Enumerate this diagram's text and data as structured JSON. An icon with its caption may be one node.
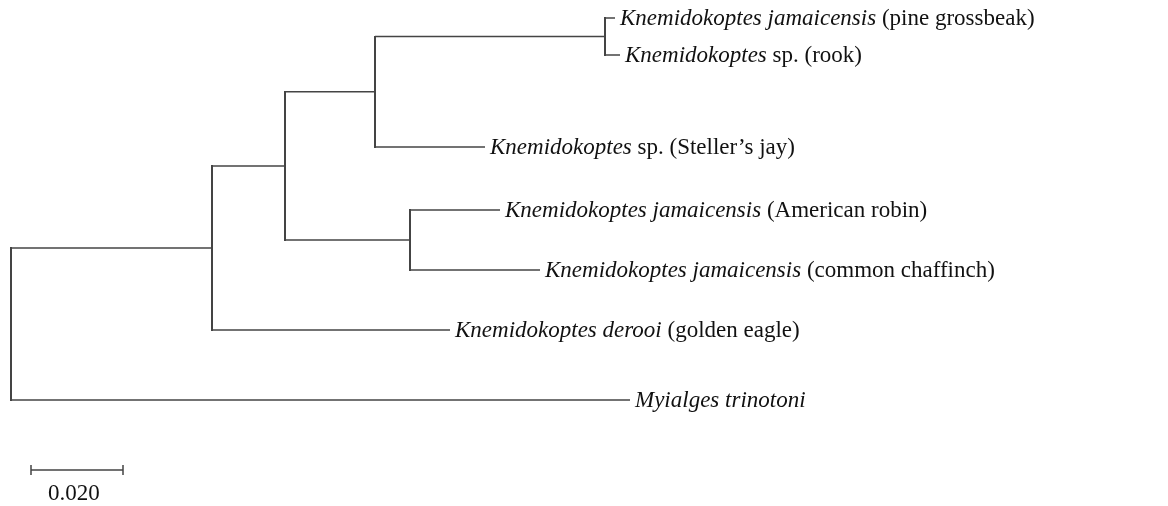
{
  "diagram": {
    "nodes": [
      {
        "text": [
          "*Knemidokoptes jamaicensis* (pine grossbeak)"
        ]
      },
      {
        "text": [
          "*Knemidokoptes* sp. (rook)"
        ]
      },
      {
        "text": [
          "*Knemidokoptes* sp. (Steller’s jay)"
        ]
      },
      {
        "text": [
          "*Knemidokoptes jamaicensis* (American robin)"
        ]
      },
      {
        "text": [
          "*Knemidokoptes jamaicensis* (common chaffinch)"
        ]
      },
      {
        "text": [
          "*Knemidokoptes derooi* (golden eagle)"
        ]
      },
      {
        "text": [
          "*Myialges trinotoni*"
        ]
      },
      {
        "text": [],
        "shape": "bar"
      },
      {
        "text": [],
        "shape": "bar"
      },
      {
        "text": [],
        "shape": "bar"
      },
      {
        "text": [],
        "shape": "bar"
      },
      {
        "text": [],
        "shape": "bar"
      },
      {
        "text": [],
        "shape": "bar"
      }
    ],
    "edges": [
      {
        "from": 7,
        "to": 6,
        "arrow": "none"
      },
      {
        "from": 7,
        "to": 8,
        "arrow": "none"
      },
      {
        "from": 8,
        "to": 9,
        "arrow": "none"
      },
      {
        "from": 8,
        "to": 5,
        "arrow": "none"
      },
      {
        "from": 9,
        "to": 10,
        "arrow": "none"
      },
      {
        "from": 9,
        "to": 11,
        "arrow": "none"
      },
      {
        "from": 10,
        "to": 12,
        "arrow": "none"
      },
      {
        "from": 10,
        "to": 2,
        "arrow": "none"
      },
      {
        "from": 12,
        "to": 0,
        "arrow": "none"
      },
      {
        "from": 12,
        "to": 1,
        "arrow": "none"
      },
      {
        "from": 11,
        "to": 3,
        "arrow": "none"
      },
      {
        "from": 11,
        "to": 4,
        "arrow": "none"
      }
    ],
    "labels": [
      "0.020"
    ]
  }
}
